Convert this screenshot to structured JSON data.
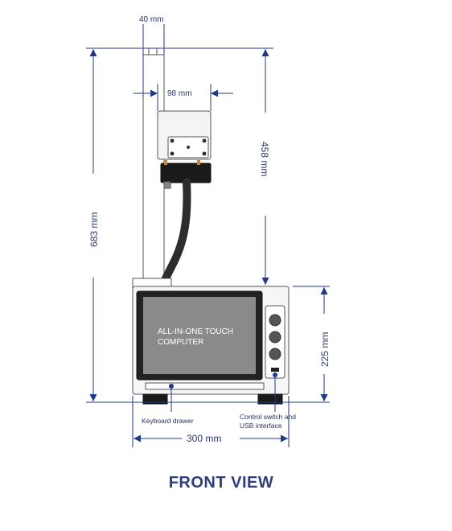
{
  "dimensions": {
    "pillar_width": "40 mm",
    "head_width": "98 mm",
    "head_height": "458 mm",
    "total_height": "683 mm",
    "base_height": "225 mm",
    "base_width": "300 mm"
  },
  "screen": {
    "line1": "ALL-IN-ONE TOUCH",
    "line2": "COMPUTER"
  },
  "callouts": {
    "keyboard": "Keyboard drawer",
    "control_line1": "Control switch and",
    "control_line2": "USB interface"
  },
  "view_title": "FRONT VIEW",
  "colors": {
    "accent": "#1e3a8a",
    "outline": "#555555",
    "screen": "#8a8a8a",
    "bezel": "#222222"
  }
}
